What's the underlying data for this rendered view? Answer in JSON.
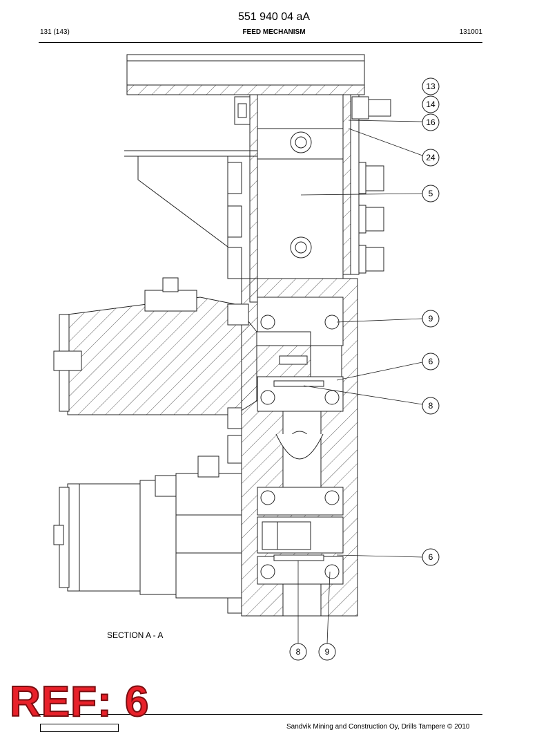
{
  "header": {
    "doc_number": "551 940 04 aA",
    "page": "131 (143)",
    "title": "FEED MECHANISM",
    "code": "131001"
  },
  "drawing": {
    "section_label": "SECTION A - A",
    "callouts": [
      "13",
      "14",
      "16",
      "24",
      "5",
      "9",
      "6",
      "8",
      "6",
      "8",
      "9"
    ]
  },
  "stamp": {
    "text": "REF: 6",
    "color": "#e8212a"
  },
  "footer": {
    "text": "Sandvik Mining and Construction Oy, Drills Tampere © 2010"
  }
}
